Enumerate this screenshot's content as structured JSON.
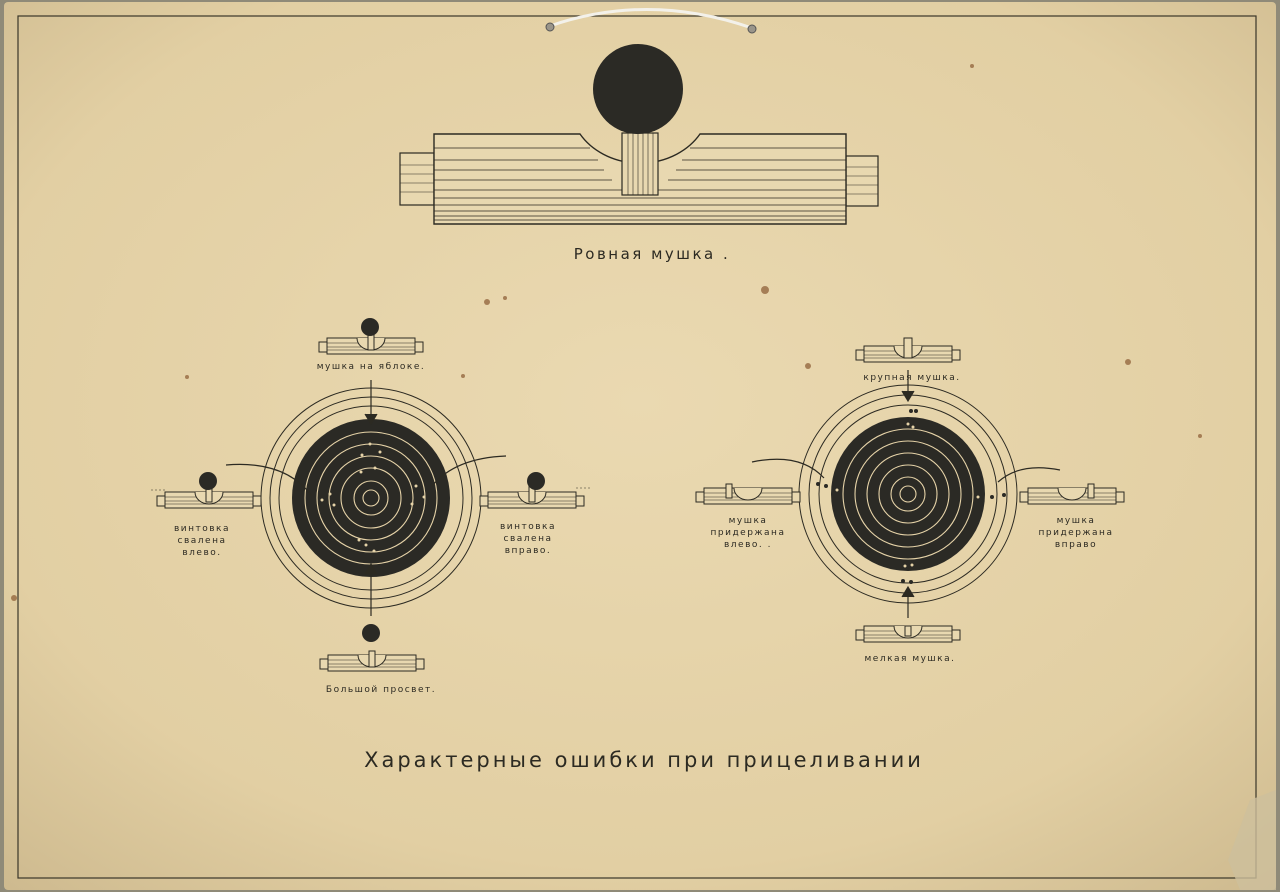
{
  "poster": {
    "main_title": "Характерные ошибки при прицеливании",
    "top_caption": "Ровная мушка .",
    "left_group": {
      "top": "мушка на яблоке.",
      "left": [
        "винтовка",
        "свалена",
        "влево."
      ],
      "right": [
        "винтовка",
        "свалена",
        "вправо."
      ],
      "bottom": "Большой просвет."
    },
    "right_group": {
      "top": "крупная мушка.",
      "left": [
        "мушка",
        "придержана",
        "влево. ."
      ],
      "right": [
        "мушка",
        "придержана",
        "вправо"
      ],
      "bottom": "мелкая мушка."
    }
  },
  "colors": {
    "paper": "#e6d3a8",
    "ink": "#2c2a22",
    "bull": "#2b2a25"
  }
}
